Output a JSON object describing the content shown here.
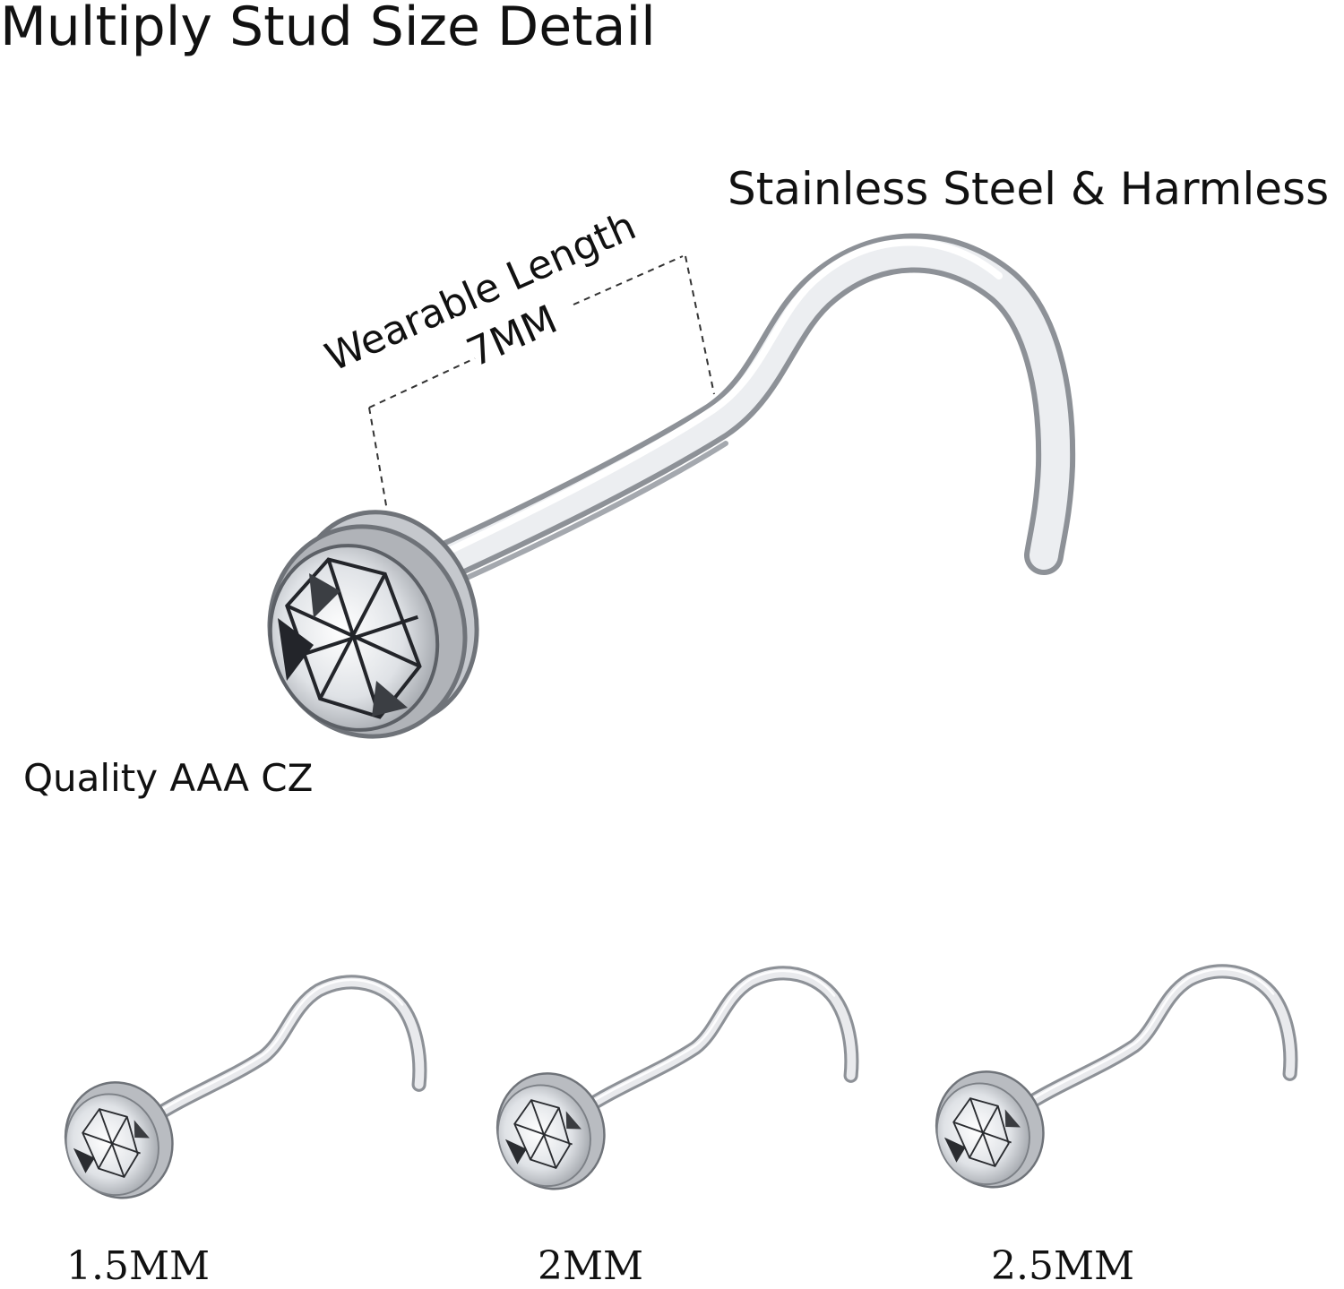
{
  "title": "Multiply Stud Size Detail",
  "material_label": "Stainless Steel & Harmless",
  "wearable_length": {
    "label": "Wearable Length",
    "value": "7MM"
  },
  "stone_label": "Quality AAA CZ",
  "sizes": [
    "1.5MM",
    "2MM",
    "2.5MM"
  ],
  "colors": {
    "steel_dark": "#8c9096",
    "steel_light": "#f2f3f5",
    "crystal": "#e9ebee",
    "crystal_facet": "#2a2c30"
  },
  "icons": [
    "nose-stud-large-image",
    "nose-stud-1.5mm-image",
    "nose-stud-2mm-image",
    "nose-stud-2.5mm-image"
  ]
}
